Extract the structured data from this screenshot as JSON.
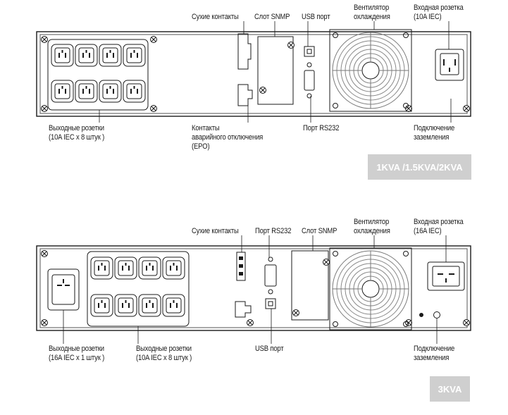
{
  "top_unit": {
    "labels": {
      "dry_contacts": "Сухие контакты",
      "snmp_slot": "Слот SNMP",
      "usb_port": "USB порт",
      "fan": "Вентилятор\nохлаждения",
      "input_socket": "Входная розетка\n(10A IEC)",
      "output_sockets": "Выходные розетки\n(10A IEC x 8 штук )",
      "epo": "Контакты\nаварийного отключения\n(EPO)",
      "rs232": "Порт  RS232",
      "ground": "Подключение\nзаземления"
    },
    "badge": "1KVA /1.5KVA/2KVA"
  },
  "bottom_unit": {
    "labels": {
      "dry_contacts": "Сухие контакты",
      "rs232": "Порт RS232",
      "snmp_slot": "Слот SNMP",
      "fan": "Вентилятор\nохлаждения",
      "input_socket": "Входная розетка\n(16A IEC)",
      "output_16a": "Выходные розетки\n(16A IEC x 1 штук )",
      "output_10a": "Выходные розетки\n(10A IEC x 8 штук )",
      "usb_port": "USB порт",
      "ground": "Подключение\nзаземления"
    },
    "badge": "3KVA"
  },
  "colors": {
    "line": "#1a1a1a",
    "badge_bg": "#cfcfcf",
    "badge_text": "#ffffff"
  }
}
